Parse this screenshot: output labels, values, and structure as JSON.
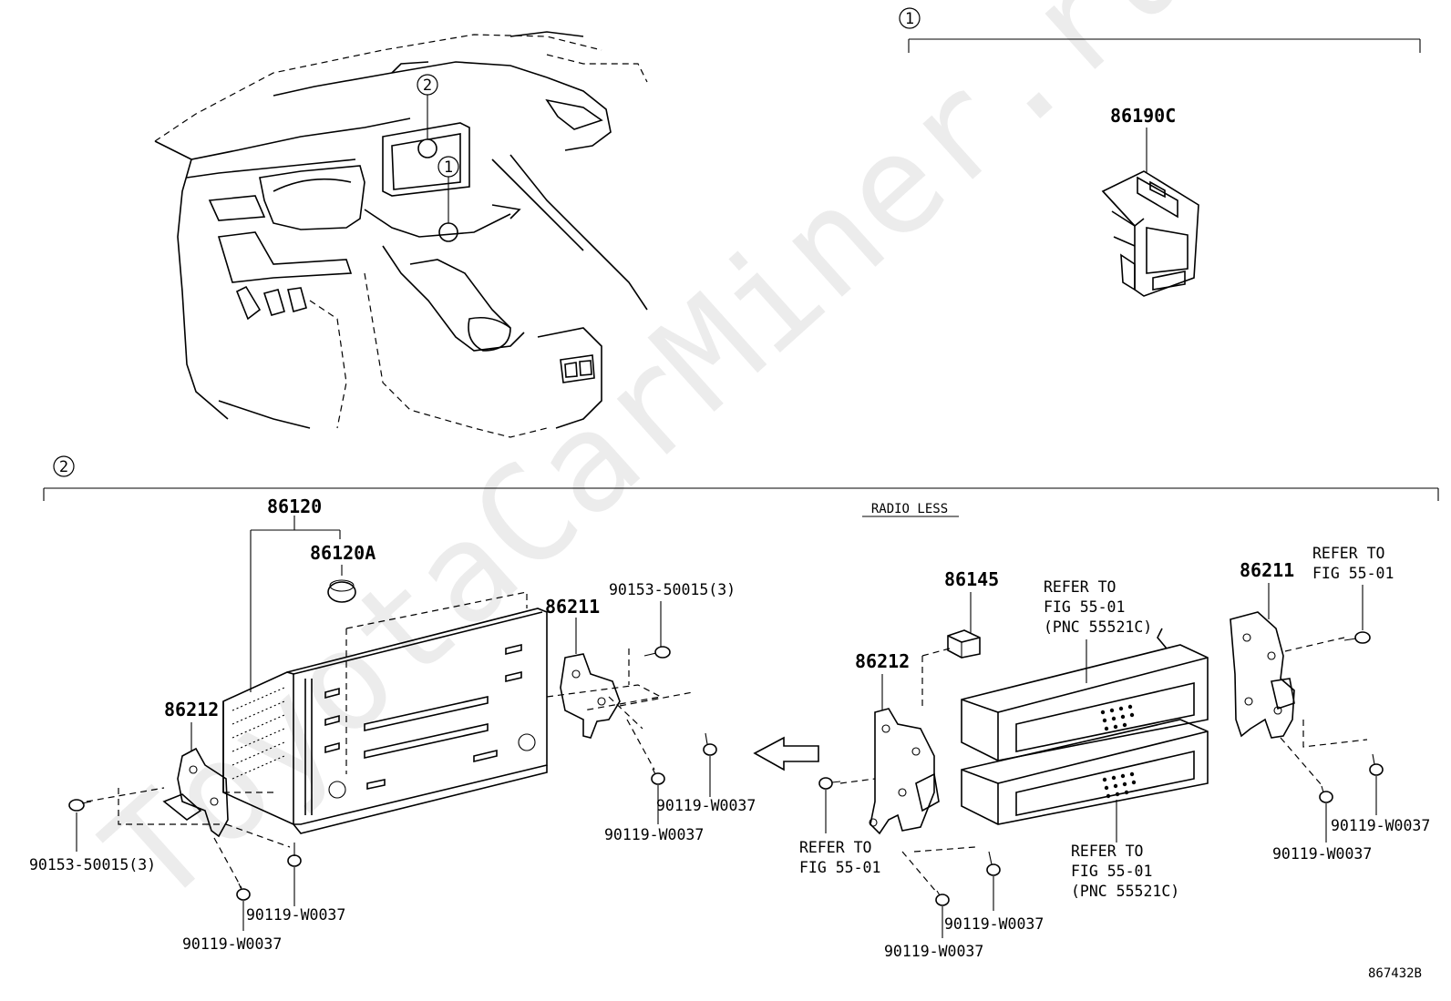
{
  "watermark": "ToyotaCarMiner.ru",
  "diagram_code": "867432B",
  "section_markers": [
    "1",
    "2"
  ],
  "section_1": {
    "marker": "1",
    "part_label": "86190C"
  },
  "section_2": {
    "marker": "2",
    "radio_less_label": "RADIO LESS",
    "labels": {
      "p86120": "86120",
      "p86120A": "86120A",
      "p86212_left": "86212",
      "p86211_left": "86211",
      "p90153_top": "90153-50015(3)",
      "p90153_left": "90153-50015(3)",
      "p90119_a": "90119-W0037",
      "p90119_b": "90119-W0037",
      "p90119_c": "90119-W0037",
      "p90119_d": "90119-W0037",
      "p86145": "86145",
      "p86212_right": "86212",
      "p86211_right": "86211",
      "refer_top_1": "REFER TO",
      "refer_top_2": "FIG 55-01",
      "refer_top_3": "(PNC 55521C)",
      "refer_bottom_1": "REFER TO",
      "refer_bottom_2": "FIG 55-01",
      "refer_bottom_3": "(PNC 55521C)",
      "refer_left_1": "REFER TO",
      "refer_left_2": "FIG 55-01",
      "refer_right_1": "REFER TO",
      "refer_right_2": "FIG 55-01",
      "p90119_e": "90119-W0037",
      "p90119_f": "90119-W0037",
      "p90119_g": "90119-W0037",
      "p90119_h": "90119-W0037"
    }
  },
  "dashboard_callouts": [
    "2",
    "1"
  ]
}
